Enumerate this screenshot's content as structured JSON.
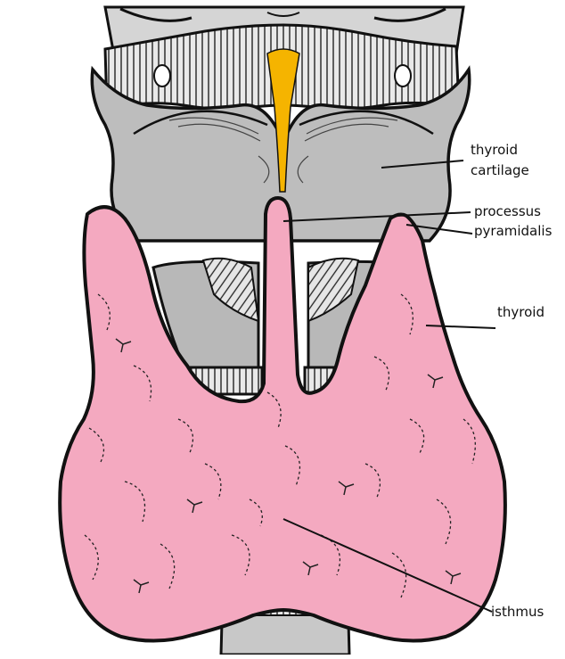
{
  "diagram": {
    "labels": {
      "thyroid_cartilage_line1": "thyroid",
      "thyroid_cartilage_line2": "cartilage",
      "processus_line1": "processus",
      "processus_line2": "pyramidalis",
      "thyroid": "thyroid",
      "isthmus": "isthmus"
    },
    "colors": {
      "background": "#ffffff",
      "cartilage_gray": "#bdbdbd",
      "cartilage_dark": "#9e9e9e",
      "thyroid_pink": "#f4a9c0",
      "ligament_yellow": "#f5b400",
      "outline": "#111111"
    }
  }
}
